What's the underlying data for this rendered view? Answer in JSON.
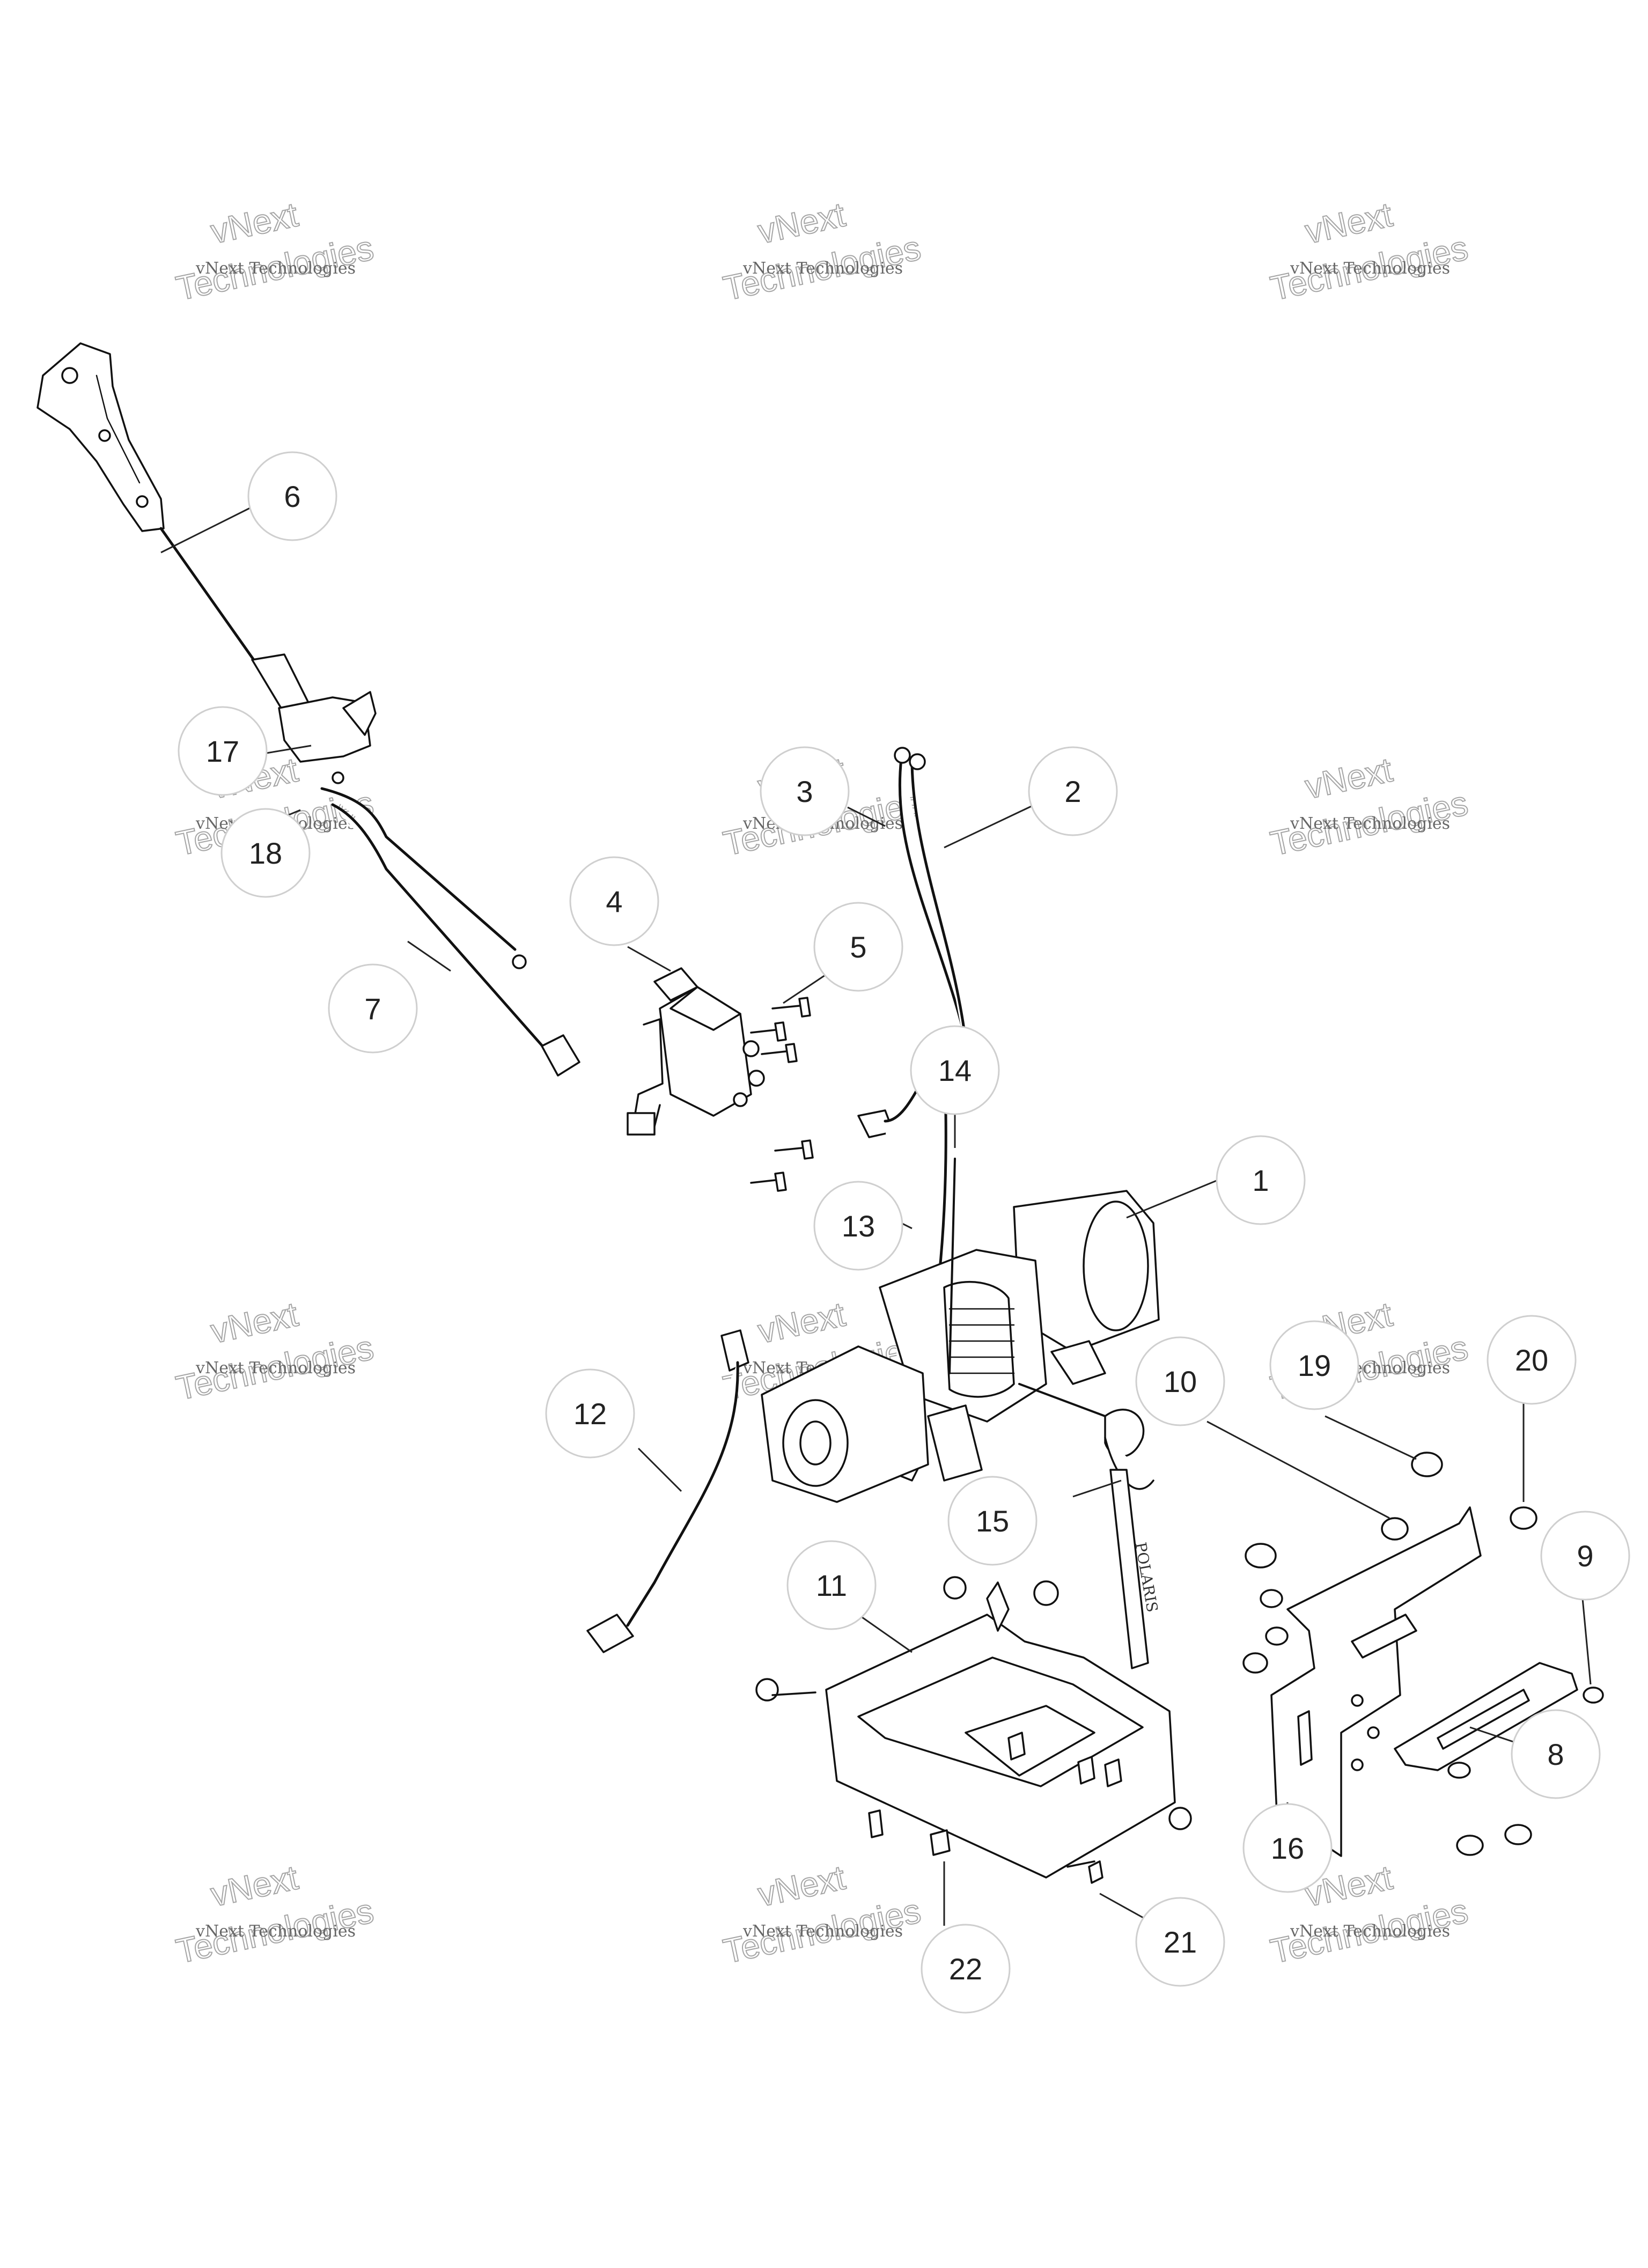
{
  "watermark": {
    "line": "vNext Technologies",
    "word_top": "vNext",
    "word_bottom": "Technologies"
  },
  "callouts": [
    {
      "id": "1",
      "label": "1"
    },
    {
      "id": "2",
      "label": "2"
    },
    {
      "id": "3",
      "label": "3"
    },
    {
      "id": "4",
      "label": "4"
    },
    {
      "id": "5",
      "label": "5"
    },
    {
      "id": "6",
      "label": "6"
    },
    {
      "id": "7",
      "label": "7"
    },
    {
      "id": "8",
      "label": "8"
    },
    {
      "id": "9",
      "label": "9"
    },
    {
      "id": "10",
      "label": "10"
    },
    {
      "id": "11",
      "label": "11"
    },
    {
      "id": "12",
      "label": "12"
    },
    {
      "id": "13",
      "label": "13"
    },
    {
      "id": "14",
      "label": "14"
    },
    {
      "id": "15",
      "label": "15"
    },
    {
      "id": "16",
      "label": "16"
    },
    {
      "id": "17",
      "label": "17"
    },
    {
      "id": "18",
      "label": "18"
    },
    {
      "id": "19",
      "label": "19"
    },
    {
      "id": "20",
      "label": "20"
    },
    {
      "id": "21",
      "label": "21"
    },
    {
      "id": "22",
      "label": "22"
    }
  ],
  "strap_text": "POLARIS"
}
